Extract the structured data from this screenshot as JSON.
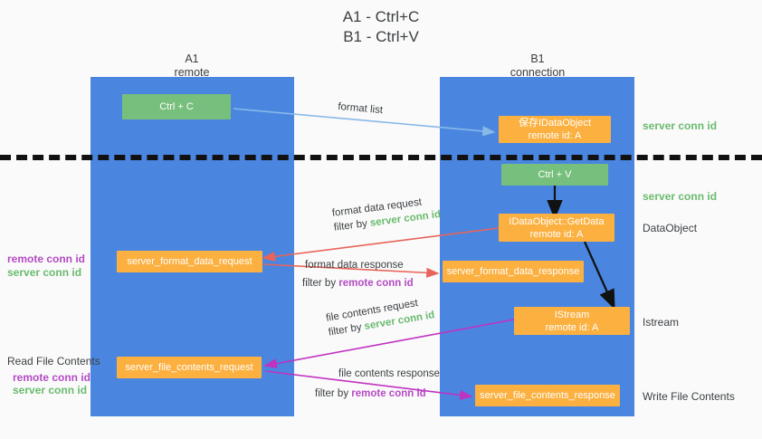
{
  "title": {
    "line1": "A1 - Ctrl+C",
    "line2": "B1 - Ctrl+V"
  },
  "columns": [
    {
      "name": "A1",
      "subtitle": "remote"
    },
    {
      "name": "B1",
      "subtitle": "connection"
    }
  ],
  "nodes": {
    "ctrl_c": {
      "label": "Ctrl + C"
    },
    "ctrl_v": {
      "label": "Ctrl + V"
    },
    "save_idataobject": {
      "line1": "保存IDataObject",
      "line2": "remote id: A"
    },
    "getdata": {
      "line1": "IDataObject::GetData",
      "line2": "remote id: A"
    },
    "istream": {
      "line1": "IStream",
      "line2": "remote id: A"
    },
    "server_format_data_request": {
      "label": "server_format_data_request"
    },
    "server_format_data_response": {
      "label": "server_format_data_response"
    },
    "server_file_contents_request": {
      "label": "server_file_contents_request"
    },
    "server_file_contents_response": {
      "label": "server_file_contents_response"
    }
  },
  "edges": {
    "format_list": {
      "label": "format list"
    },
    "format_data_request": {
      "line1": "format data request",
      "line2_prefix": "filter by ",
      "line2_key": "server conn id"
    },
    "format_data_response": {
      "line1": "format data response",
      "line2_prefix": "filter by ",
      "line2_key": "remote conn id"
    },
    "file_contents_request": {
      "line1": "file contents request",
      "line2_prefix": "filter by ",
      "line2_key": "server conn id"
    },
    "file_contents_response": {
      "line1": "file contents response",
      "line2_prefix": "filter by ",
      "line2_key": "remote conn id"
    }
  },
  "right_labels": {
    "server_conn_id_top": "server conn id",
    "server_conn_id_mid": "server conn id",
    "dataobject": "DataObject",
    "istream": "Istream",
    "write_file_contents": "Write File Contents"
  },
  "left_labels": {
    "remote_conn_id_1": "remote conn id",
    "server_conn_id_1": "server conn id",
    "read_file_contents": "Read File Contents",
    "remote_conn_id_2": "remote conn id",
    "server_conn_id_2": "server conn id"
  },
  "colors": {
    "column_blue": "#4a86e0",
    "node_orange": "#fbb040",
    "node_green": "#77bf7c",
    "arrow_lightblue": "#8ab9e8",
    "arrow_red": "#e8645a",
    "arrow_magenta": "#c032c0",
    "arrow_black": "#111111",
    "conn_green_text": "#6abb6e",
    "conn_purple_text": "#b44bc4",
    "dashed_line": "#111111"
  }
}
